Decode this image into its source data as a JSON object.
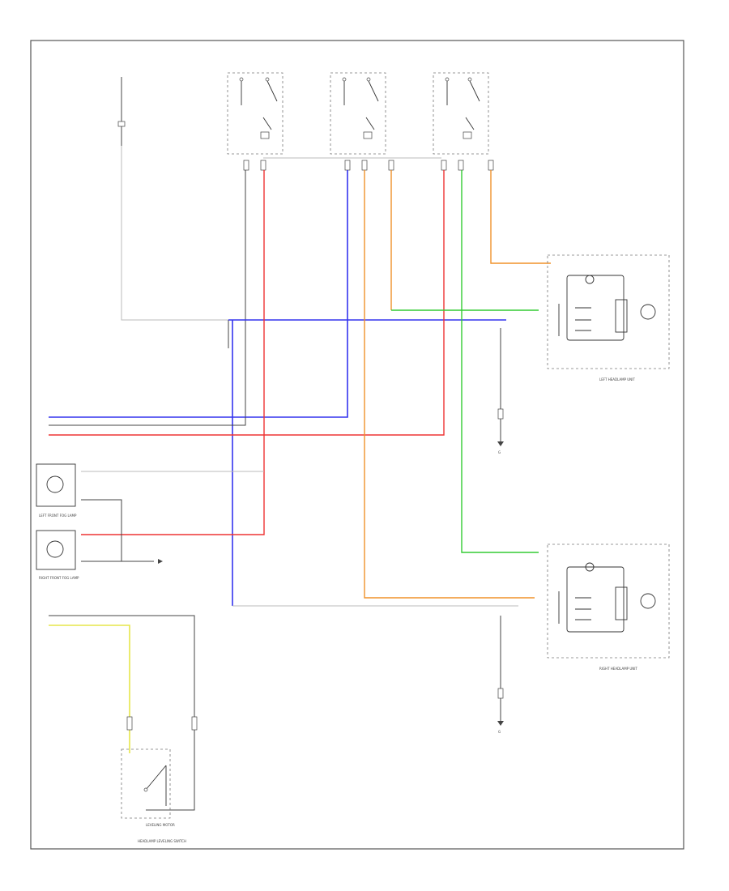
{
  "colors": {
    "blue": "#3333ee",
    "red": "#ee3333",
    "orange": "#f0922a",
    "green": "#33cc33",
    "yellow": "#e6e64a",
    "black": "#444444"
  },
  "labels": {
    "left_unit": "LEFT HEADLAMP UNIT",
    "right_unit": "RIGHT HEADLAMP UNIT",
    "leveling_motor": "LEVELING MOTOR",
    "left_connector": "LEFT FRONT FOG LAMP",
    "right_connector": "RIGHT FRONT FOG LAMP",
    "switch": "HEADLAMP LEVELING SWITCH",
    "ground_left": "G",
    "ground_right": "G"
  }
}
